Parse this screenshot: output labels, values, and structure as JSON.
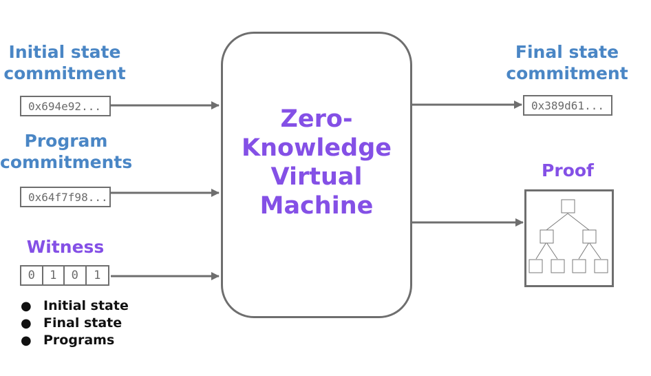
{
  "inputs": {
    "initial_state": {
      "label_line1": "Initial state",
      "label_line2": "commitment",
      "value": "0x694e92..."
    },
    "program": {
      "label_line1": "Program",
      "label_line2": "commitments",
      "value": "0x64f7f98..."
    },
    "witness": {
      "label": "Witness",
      "bits": [
        "0",
        "1",
        "0",
        "1"
      ],
      "items": [
        "Initial state",
        "Final state",
        "Programs"
      ]
    }
  },
  "machine": {
    "line1": "Zero-",
    "line2": "Knowledge",
    "line3": "Virtual",
    "line4": "Machine"
  },
  "outputs": {
    "final_state": {
      "label_line1": "Final state",
      "label_line2": "commitment",
      "value": "0x389d61..."
    },
    "proof": {
      "label": "Proof",
      "icon": "merkle-tree-icon"
    }
  },
  "colors": {
    "blue": "#4a86c5",
    "purple": "#8450e6",
    "stroke": "#6e6e6e"
  }
}
